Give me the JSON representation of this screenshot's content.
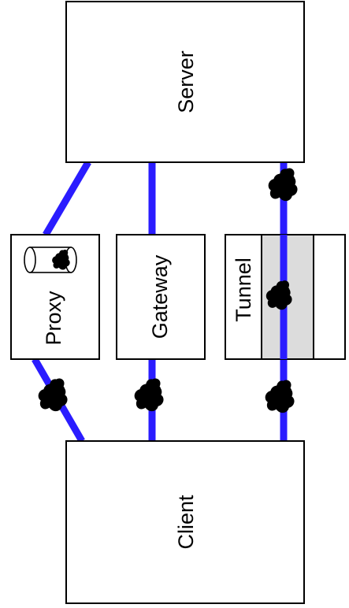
{
  "nodes": {
    "server": {
      "label": "Server"
    },
    "client": {
      "label": "Client"
    },
    "proxy": {
      "label": "Proxy"
    },
    "gateway": {
      "label": "Gateway"
    },
    "tunnel": {
      "label": "Tunnel"
    }
  },
  "colors": {
    "link": "#2a1cff",
    "outline": "#000000",
    "tunnel_fill": "#dcdcdc",
    "background": "#ffffff"
  },
  "icons": {
    "message": "message-carrier-icon",
    "cache": "cache-cylinder-icon"
  }
}
